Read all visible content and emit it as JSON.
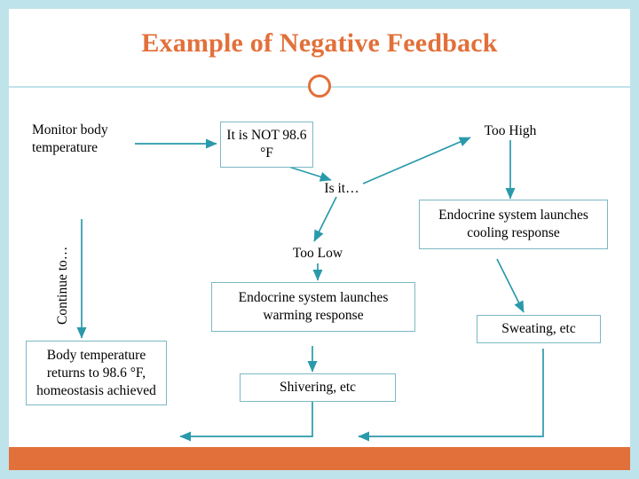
{
  "slide": {
    "title": "Example of Negative Feedback",
    "accent_color": "#e2703a",
    "frame_color": "#bfe3ea",
    "arrow_color": "#2a9aab",
    "box_border_color": "#7bb8c4"
  },
  "nodes": {
    "monitor": "Monitor body temperature",
    "not_normal": "It is NOT 98.6 °F",
    "is_it": "Is it…",
    "too_high": "Too High",
    "too_low": "Too Low",
    "cooling": "Endocrine system launches cooling response",
    "warming": "Endocrine system launches warming response",
    "sweating": "Sweating, etc",
    "shivering": "Shivering, etc",
    "returns": "Body temperature returns to 98.6 °F, homeostasis achieved",
    "continue_to": "Continue to…"
  }
}
